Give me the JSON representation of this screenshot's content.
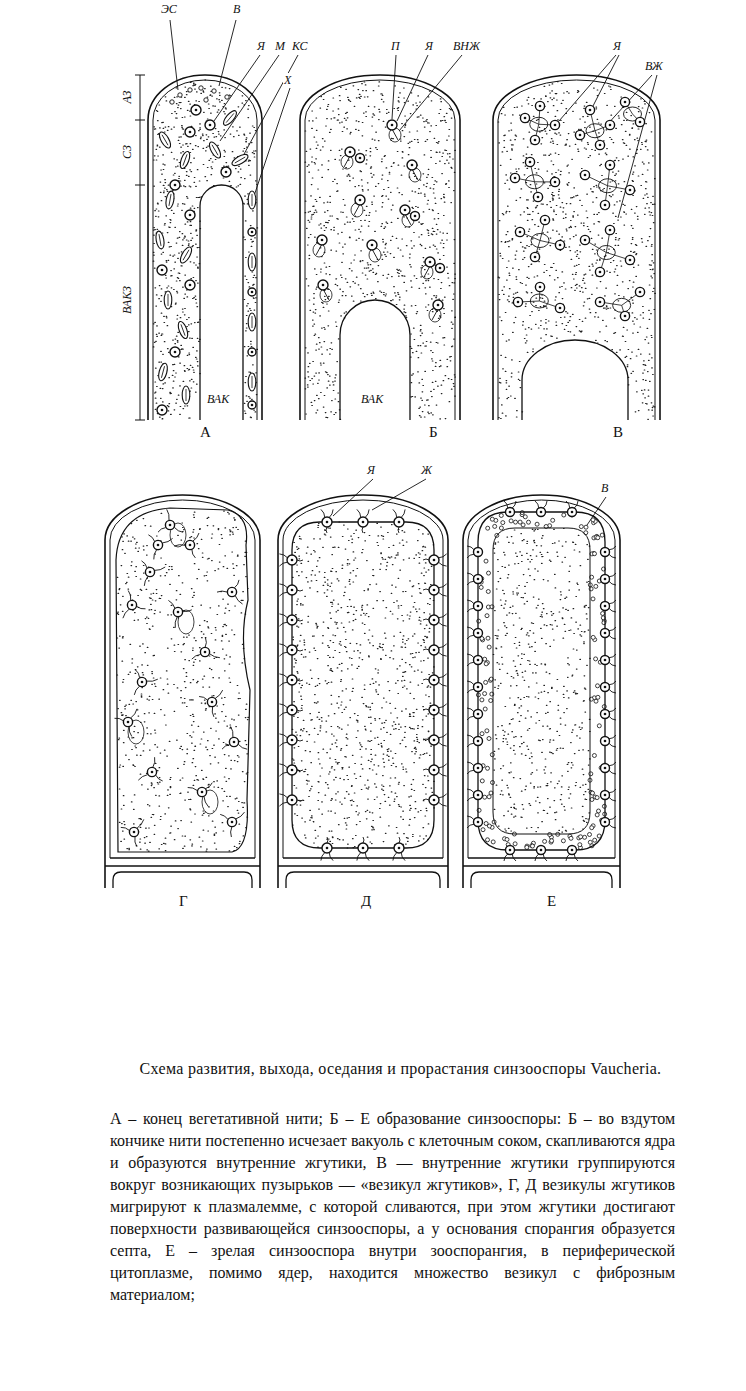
{
  "diagram": {
    "title": "Схема развития, выхода, оседания и прорастания синзооспоры Vaucheria.",
    "caption": "А – конец вегетативной нити; Б – Е образование синзооспоры: Б – во вздутом кончике нити постепенно исчезает вакуоль с клеточным соком, скапливаются ядра и образуются внутренние жгутики, В — внутренние жгутики группируются вокруг возникающих пузырьков — «везикул жгутиков», Г, Д везикулы жгутиков мигрируют к плазмалемме, с которой сливаются, при этом жгутики достигают поверхности развивающейся синзооспоры, а у основания спорангия образуется септа, Е – зрелая синзооспора внутри зооспорангия, в периферической цитоплазме, помимо ядер, находится множество везикул с фиброзным материалом;",
    "labels": [
      "ЭС",
      "В",
      "Я",
      "М",
      "КС",
      "Х",
      "АЗ",
      "СЗ",
      "ВАКЗ",
      "ВАК",
      "А",
      "П",
      "Я",
      "ВНЖ",
      "ВАК",
      "Б",
      "Я",
      "ВЖ",
      "В",
      "Г",
      "Я",
      "Ж",
      "Д",
      "В",
      "Е"
    ]
  }
}
